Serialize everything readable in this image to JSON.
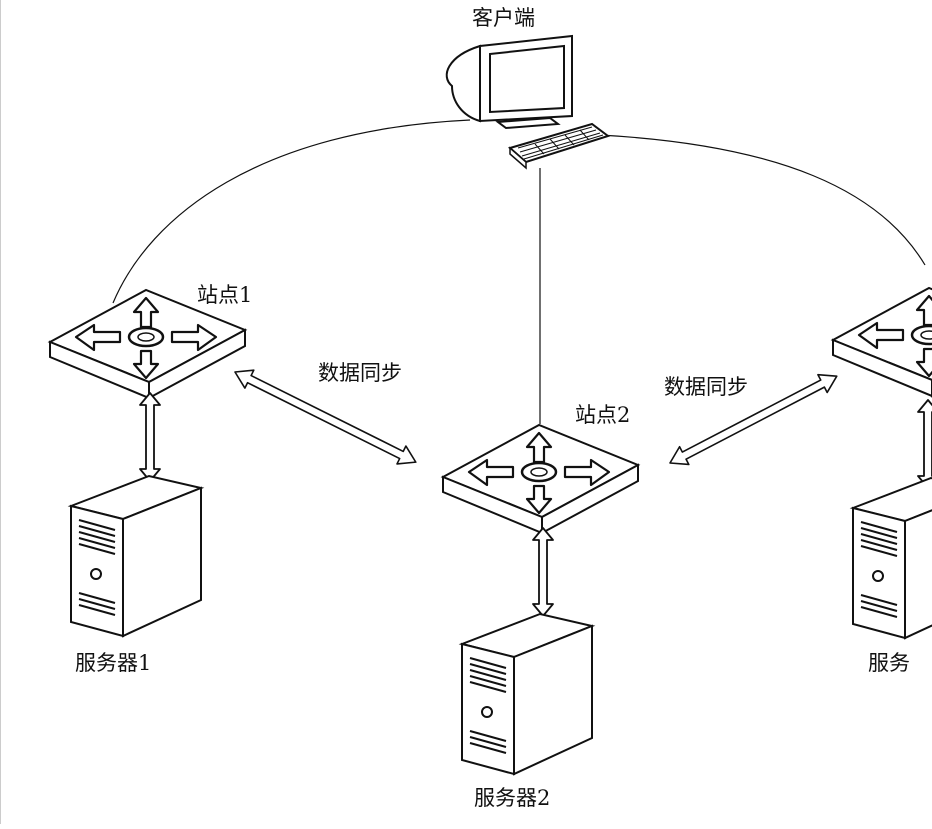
{
  "client": {
    "label": "客户端",
    "icon": "desktop-computer-icon"
  },
  "sites": [
    {
      "label": "站点1",
      "icon": "router-switch-icon"
    },
    {
      "label": "站点2",
      "icon": "router-switch-icon"
    },
    {
      "label": "",
      "icon": "router-switch-icon"
    }
  ],
  "servers": [
    {
      "label": "服务器1",
      "icon": "server-tower-icon"
    },
    {
      "label": "服务器2",
      "icon": "server-tower-icon"
    },
    {
      "label": "服务",
      "icon": "server-tower-icon"
    }
  ],
  "sync_links": [
    {
      "label": "数据同步"
    },
    {
      "label": "数据同步"
    }
  ],
  "colors": {
    "stroke": "#111111",
    "background": "#ffffff",
    "device_fill": "#ffffff"
  }
}
